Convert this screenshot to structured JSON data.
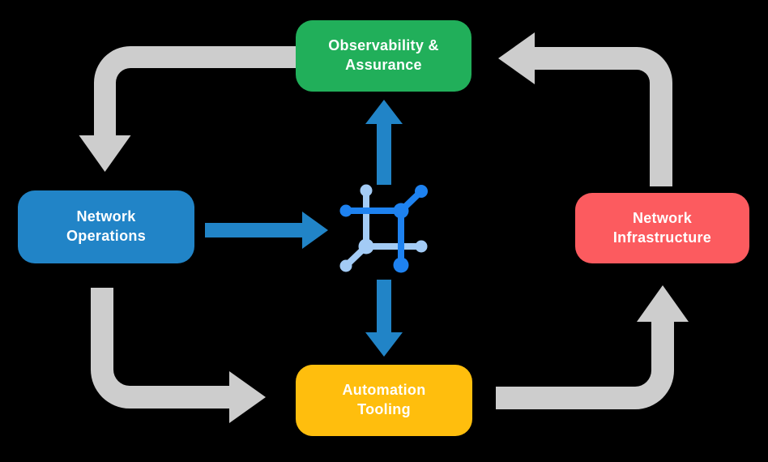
{
  "boxes": [
    {
      "id": "observability-assurance",
      "line1": "Observability &",
      "line2": "Assurance",
      "color": "#21AF5A"
    },
    {
      "id": "network-operations",
      "line1": "Network",
      "line2": "Operations",
      "color": "#2184C7"
    },
    {
      "id": "network-infrastructure",
      "line1": "Network",
      "line2": "Infrastructure",
      "color": "#FC5B5F"
    },
    {
      "id": "automation-tooling",
      "line1": "Automation",
      "line2": "Tooling",
      "color": "#FFBE0D"
    }
  ],
  "colors": {
    "background": "#000000",
    "arrow_gray": "#CDCDCD",
    "arrow_blue": "#2184C7",
    "icon_dark_blue": "#1E82F0",
    "icon_light_blue": "#A3CBF5",
    "box_text": "#FFFFFF"
  },
  "icons": {
    "center": "network-automation-icon",
    "outer_cycle_arrows": [
      "elbow-arrow-down",
      "elbow-arrow-right",
      "elbow-arrow-up",
      "elbow-arrow-left"
    ],
    "inner_arrows": [
      "arrow-right",
      "arrow-up",
      "arrow-down"
    ]
  }
}
